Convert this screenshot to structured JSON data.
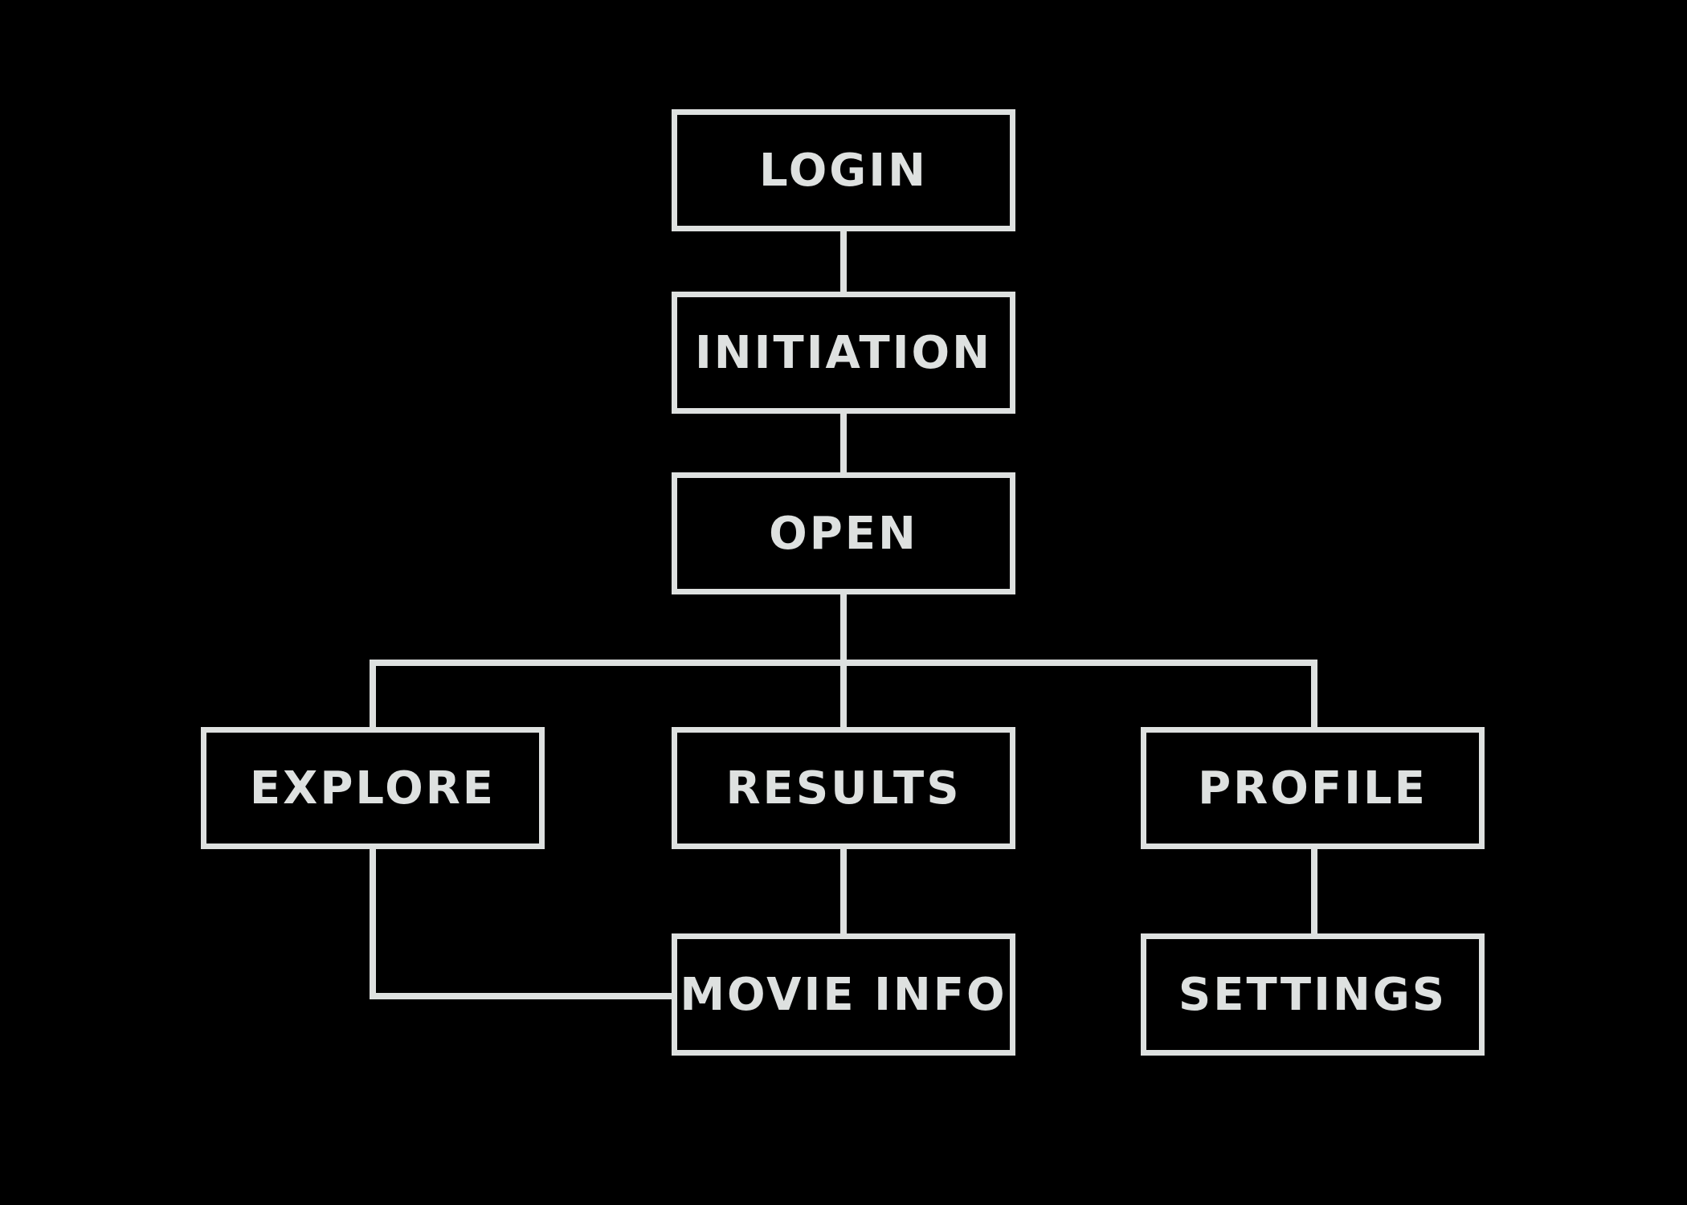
{
  "diagram": {
    "type": "flowchart",
    "nodes": [
      {
        "id": "login",
        "label": "LOGIN"
      },
      {
        "id": "initiation",
        "label": "INITIATION"
      },
      {
        "id": "open",
        "label": "OPEN"
      },
      {
        "id": "explore",
        "label": "EXPLORE"
      },
      {
        "id": "results",
        "label": "RESULTS"
      },
      {
        "id": "profile",
        "label": "PROFILE"
      },
      {
        "id": "movie-info",
        "label": "MOVIE INFO"
      },
      {
        "id": "settings",
        "label": "SETTINGS"
      }
    ],
    "edges": [
      {
        "from": "LOGIN",
        "to": "INITIATION"
      },
      {
        "from": "INITIATION",
        "to": "OPEN"
      },
      {
        "from": "OPEN",
        "to": "EXPLORE"
      },
      {
        "from": "OPEN",
        "to": "RESULTS"
      },
      {
        "from": "OPEN",
        "to": "PROFILE"
      },
      {
        "from": "EXPLORE",
        "to": "MOVIE INFO"
      },
      {
        "from": "RESULTS",
        "to": "MOVIE INFO"
      },
      {
        "from": "PROFILE",
        "to": "SETTINGS"
      }
    ],
    "colors": {
      "background": "#000000",
      "line": "#dee1e0",
      "text": "#dee1e0"
    }
  }
}
